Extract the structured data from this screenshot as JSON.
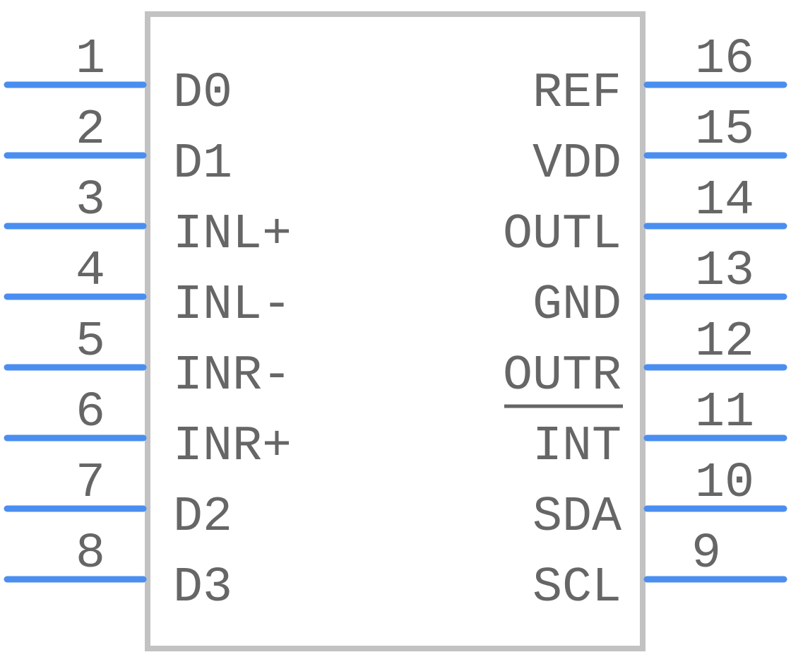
{
  "colors": {
    "body_outline": "#c2c2c2",
    "pin_line": "#4a8ef0",
    "text": "#666666",
    "background": "#ffffff"
  },
  "left_pins": [
    {
      "number": "1",
      "name": "D0"
    },
    {
      "number": "2",
      "name": "D1"
    },
    {
      "number": "3",
      "name": "INL+"
    },
    {
      "number": "4",
      "name": "INL-"
    },
    {
      "number": "5",
      "name": "INR-"
    },
    {
      "number": "6",
      "name": "INR+"
    },
    {
      "number": "7",
      "name": "D2"
    },
    {
      "number": "8",
      "name": "D3"
    }
  ],
  "right_pins": [
    {
      "number": "16",
      "name": "REF"
    },
    {
      "number": "15",
      "name": "VDD"
    },
    {
      "number": "14",
      "name": "OUTL"
    },
    {
      "number": "13",
      "name": "GND"
    },
    {
      "number": "12",
      "name": "OUTR"
    },
    {
      "number": "11",
      "name": "INT",
      "overbar": true
    },
    {
      "number": "10",
      "name": "SDA"
    },
    {
      "number": "9",
      "name": "SCL"
    }
  ]
}
